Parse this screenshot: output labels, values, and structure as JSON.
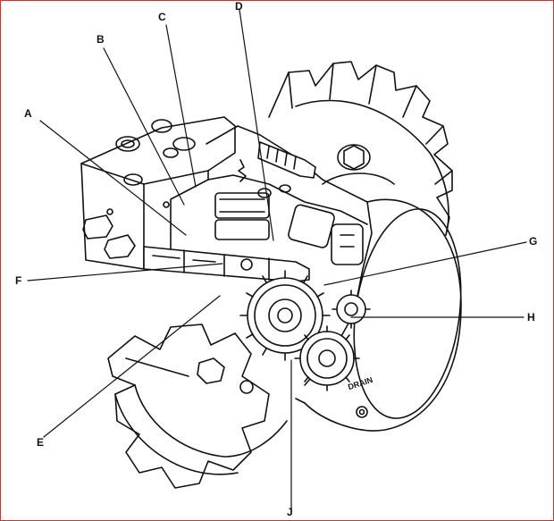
{
  "diagram": {
    "callouts": [
      "A",
      "B",
      "C",
      "D",
      "E",
      "F",
      "G",
      "H",
      "J"
    ],
    "housing_text": "DRAIN"
  },
  "colors": {
    "line": "#111111",
    "frame": "#c0392b",
    "background": "#ffffff"
  }
}
